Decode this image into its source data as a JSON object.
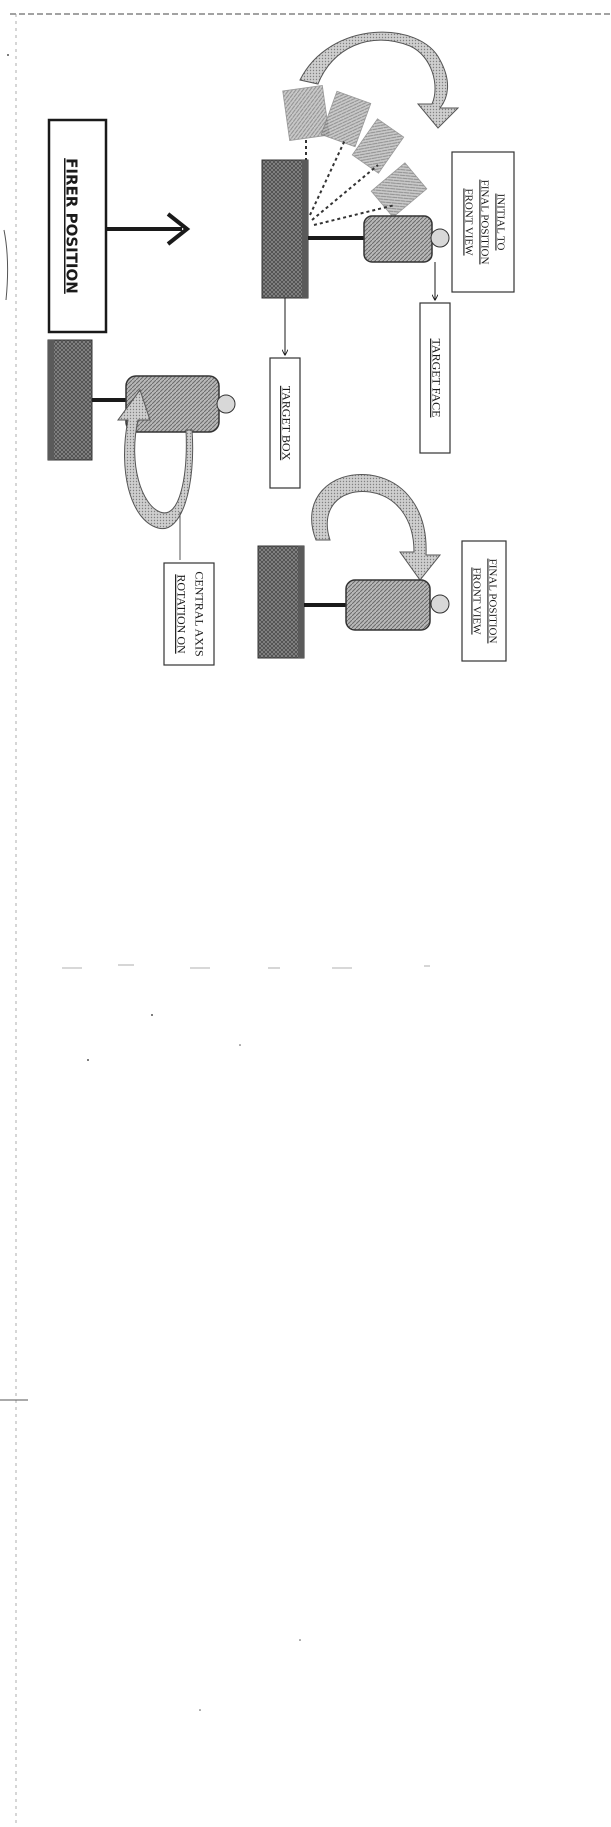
{
  "labels": {
    "firer_position": "FIRER POSITION",
    "rotation_on_central_axis": [
      "ROTATION ON",
      "CENTRAL AXIS"
    ],
    "target_box": "TARGET BOX",
    "target_face": "TARGET FACE",
    "initial_to_final_position_front_view": [
      "INITIAL TO",
      "FINAL POSITION",
      "FRONT VIEW"
    ],
    "final_position_front_view": [
      "FINAL POSITION",
      "FRONT VIEW"
    ]
  },
  "colors": {
    "ink": "#1a1a1a",
    "box_fill": "#8a8a8a",
    "figure_fill": "#a6a6a6",
    "arrow_fill": "#c4c4c4"
  }
}
